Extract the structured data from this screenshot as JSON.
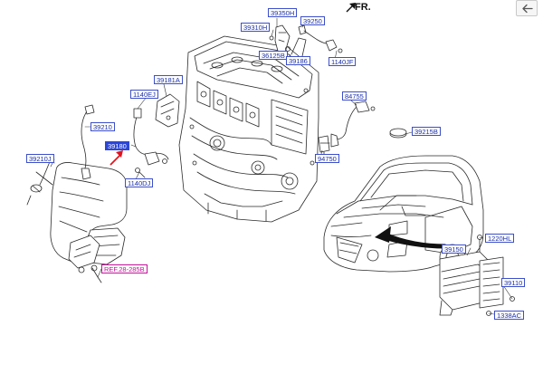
{
  "direction_label": "FR.",
  "nav": {
    "back_icon": "arrow-left-icon"
  },
  "colors": {
    "callout": "#1a2fa8",
    "selected": "#2c47d6",
    "reference": "#c4109a",
    "pointer": "#e0141e"
  },
  "callouts": {
    "c39350H": "39350H",
    "c39250": "39250",
    "c39310H": "39310H",
    "c36125B": "36125B",
    "c39186": "39186",
    "c1140JF": "1140JF",
    "c39181A": "39181A",
    "c1140EJ": "1140EJ",
    "c39210": "39210",
    "c39180": "39180",
    "c1140DJ": "1140DJ",
    "c39210J": "39210J",
    "c84755": "84755",
    "c94750": "94750",
    "c39215B": "39215B",
    "c1220HL": "1220HL",
    "c39150": "39150",
    "c39110": "39110",
    "c1338AC": "1338AC",
    "ref": "REF.28-285B"
  }
}
